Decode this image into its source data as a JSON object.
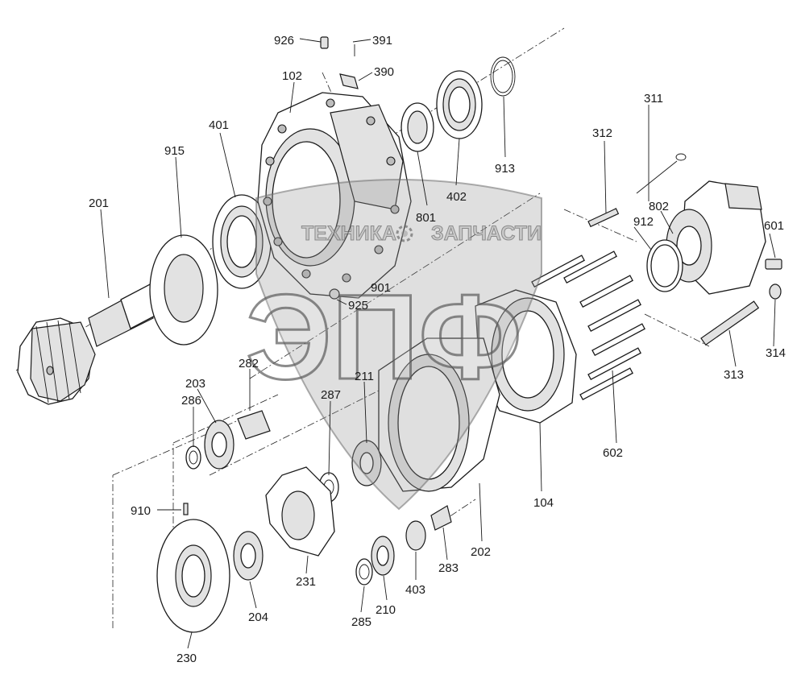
{
  "labels": {
    "p926": "926",
    "p391": "391",
    "p390": "390",
    "p102": "102",
    "p401": "401",
    "p915": "915",
    "p201": "201",
    "p913": "913",
    "p402": "402",
    "p801": "801",
    "p311": "311",
    "p312": "312",
    "p802": "802",
    "p912": "912",
    "p601": "601",
    "p901": "901",
    "p925": "925",
    "p313": "313",
    "p314": "314",
    "p282": "282",
    "p203": "203",
    "p286": "286",
    "p211": "211",
    "p287": "287",
    "p602": "602",
    "p910": "910",
    "p104": "104",
    "p202": "202",
    "p231": "231",
    "p283": "283",
    "p403": "403",
    "p204": "204",
    "p285": "285",
    "p210": "210",
    "p230": "230"
  },
  "watermark": {
    "word_left": "ТЕХНИКА",
    "word_right": "ЗАПЧАСТИ",
    "logo_letters": "ЭПФ",
    "seal": "gear-icon"
  },
  "colors": {
    "line": "#1a1a1a",
    "background": "#ffffff",
    "watermark": "#9a9a9a"
  }
}
